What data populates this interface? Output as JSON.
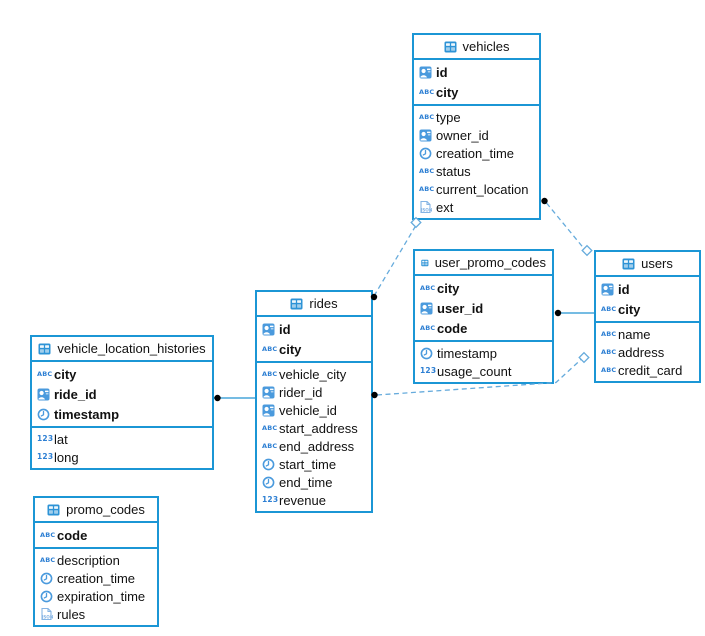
{
  "diagram": {
    "background_color": "#ffffff",
    "table_border_color": "#1b96d5",
    "icon_blue": "#3a8fd9",
    "text_icon_blue": "#2d7fd3",
    "solid_link_color": "#2394d2",
    "dashed_link_color": "#66abdc",
    "connector_dot_color": "#000000",
    "text_color": "#111111"
  },
  "type_icon_glyphs": {
    "string": "ABC",
    "number": "123",
    "json": "JSON"
  },
  "tables": [
    {
      "name": "vehicles",
      "fields": [
        {
          "name": "id",
          "type": "id",
          "key": true
        },
        {
          "name": "city",
          "type": "string",
          "key": true
        },
        {
          "name": "type",
          "type": "string",
          "key": false
        },
        {
          "name": "owner_id",
          "type": "id",
          "key": false
        },
        {
          "name": "creation_time",
          "type": "time",
          "key": false
        },
        {
          "name": "status",
          "type": "string",
          "key": false
        },
        {
          "name": "current_location",
          "type": "string",
          "key": false
        },
        {
          "name": "ext",
          "type": "json",
          "key": false
        }
      ]
    },
    {
      "name": "user_promo_codes",
      "fields": [
        {
          "name": "city",
          "type": "string",
          "key": true
        },
        {
          "name": "user_id",
          "type": "id",
          "key": true
        },
        {
          "name": "code",
          "type": "string",
          "key": true
        },
        {
          "name": "timestamp",
          "type": "time",
          "key": false
        },
        {
          "name": "usage_count",
          "type": "number",
          "key": false
        }
      ]
    },
    {
      "name": "users",
      "fields": [
        {
          "name": "id",
          "type": "id",
          "key": true
        },
        {
          "name": "city",
          "type": "string",
          "key": true
        },
        {
          "name": "name",
          "type": "string",
          "key": false
        },
        {
          "name": "address",
          "type": "string",
          "key": false
        },
        {
          "name": "credit_card",
          "type": "string",
          "key": false
        }
      ]
    },
    {
      "name": "rides",
      "fields": [
        {
          "name": "id",
          "type": "id",
          "key": true
        },
        {
          "name": "city",
          "type": "string",
          "key": true
        },
        {
          "name": "vehicle_city",
          "type": "string",
          "key": false
        },
        {
          "name": "rider_id",
          "type": "id",
          "key": false
        },
        {
          "name": "vehicle_id",
          "type": "id",
          "key": false
        },
        {
          "name": "start_address",
          "type": "string",
          "key": false
        },
        {
          "name": "end_address",
          "type": "string",
          "key": false
        },
        {
          "name": "start_time",
          "type": "time",
          "key": false
        },
        {
          "name": "end_time",
          "type": "time",
          "key": false
        },
        {
          "name": "revenue",
          "type": "number",
          "key": false
        }
      ]
    },
    {
      "name": "vehicle_location_histories",
      "fields": [
        {
          "name": "city",
          "type": "string",
          "key": true
        },
        {
          "name": "ride_id",
          "type": "id",
          "key": true
        },
        {
          "name": "timestamp",
          "type": "time",
          "key": true
        },
        {
          "name": "lat",
          "type": "number",
          "key": false
        },
        {
          "name": "long",
          "type": "number",
          "key": false
        }
      ]
    },
    {
      "name": "promo_codes",
      "fields": [
        {
          "name": "code",
          "type": "string",
          "key": true
        },
        {
          "name": "description",
          "type": "string",
          "key": false
        },
        {
          "name": "creation_time",
          "type": "time",
          "key": false
        },
        {
          "name": "expiration_time",
          "type": "time",
          "key": false
        },
        {
          "name": "rules",
          "type": "json",
          "key": false
        }
      ]
    }
  ],
  "relationships": [
    {
      "from": "vehicle_location_histories",
      "to": "rides",
      "style": "solid",
      "from_marker": "dot",
      "to_marker": "none"
    },
    {
      "from": "user_promo_codes",
      "to": "users",
      "style": "solid",
      "from_marker": "dot",
      "to_marker": "none"
    },
    {
      "from": "rides",
      "to": "vehicles",
      "style": "dashed",
      "from_marker": "dot",
      "to_marker": "diamond"
    },
    {
      "from": "vehicles",
      "to": "users",
      "style": "dashed",
      "from_marker": "dot",
      "to_marker": "diamond"
    },
    {
      "from": "rides",
      "to": "users",
      "style": "dashed",
      "from_marker": "dot",
      "to_marker": "diamond"
    }
  ]
}
